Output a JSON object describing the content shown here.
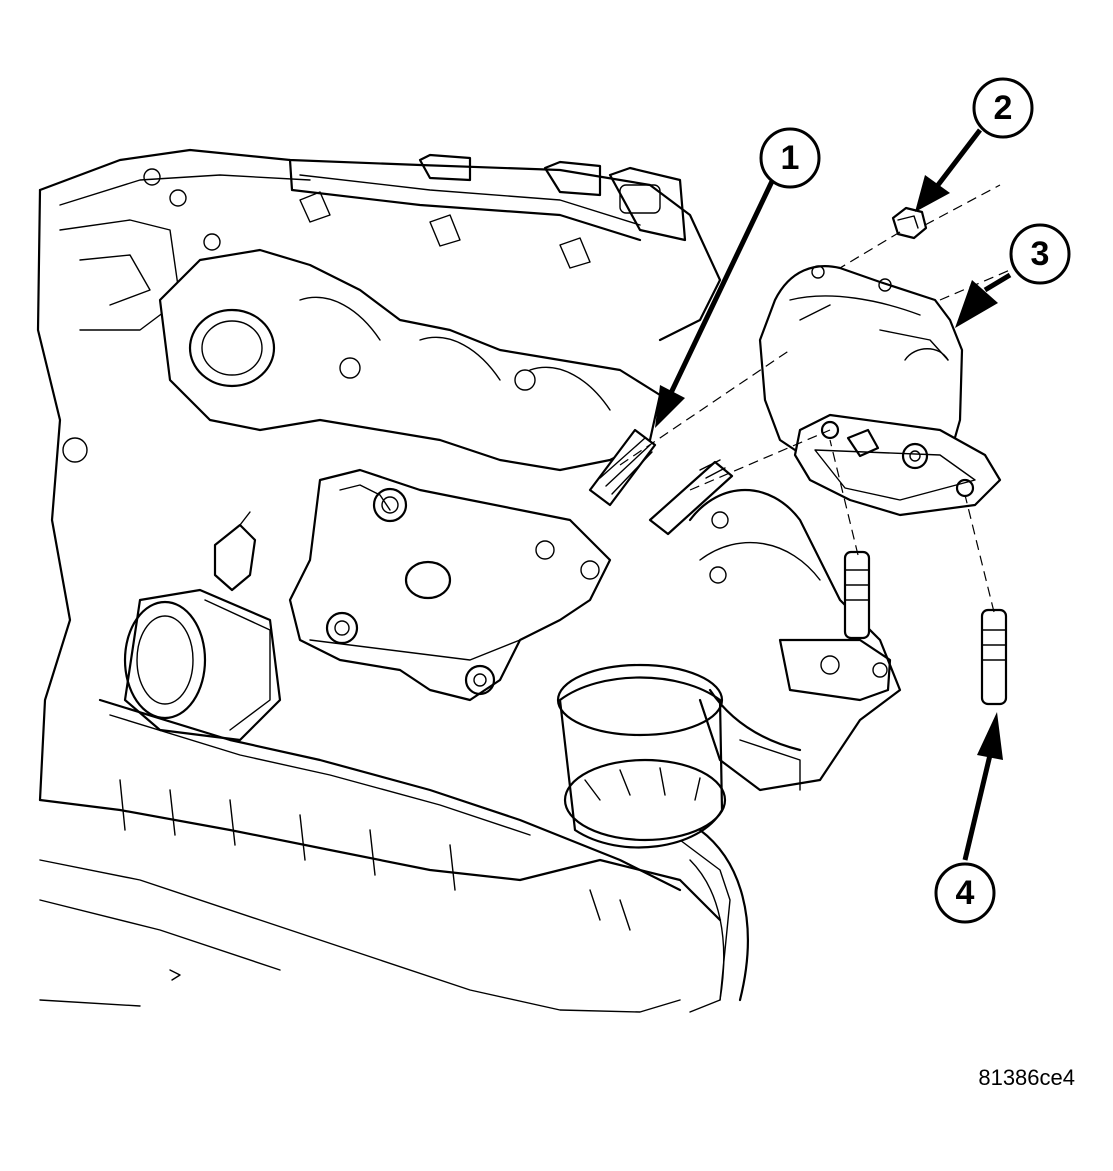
{
  "callouts": [
    {
      "id": "1",
      "label": "1"
    },
    {
      "id": "2",
      "label": "2"
    },
    {
      "id": "3",
      "label": "3"
    },
    {
      "id": "4",
      "label": "4"
    }
  ],
  "figure_id": "81386ce4"
}
